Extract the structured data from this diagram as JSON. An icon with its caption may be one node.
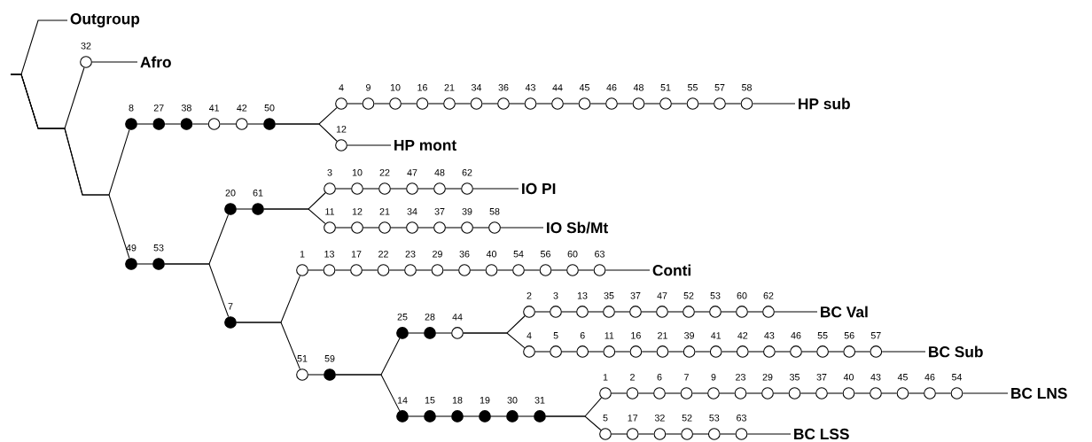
{
  "diagram": {
    "nodes": [
      {
        "text": [
          "Outgroup"
        ]
      },
      {
        "text": [
          "32"
        ]
      },
      {
        "text": [
          "Afro"
        ]
      },
      {
        "text": [
          "8"
        ]
      },
      {
        "text": [
          "27"
        ]
      },
      {
        "text": [
          "38"
        ]
      },
      {
        "text": [
          "41"
        ]
      },
      {
        "text": [
          "42"
        ]
      },
      {
        "text": [
          "50"
        ]
      },
      {
        "text": [
          "4"
        ]
      },
      {
        "text": [
          "9"
        ]
      },
      {
        "text": [
          "10"
        ]
      },
      {
        "text": [
          "16"
        ]
      },
      {
        "text": [
          "21"
        ]
      },
      {
        "text": [
          "34"
        ]
      },
      {
        "text": [
          "36"
        ]
      },
      {
        "text": [
          "43"
        ]
      },
      {
        "text": [
          "44"
        ]
      },
      {
        "text": [
          "45"
        ]
      },
      {
        "text": [
          "46"
        ]
      },
      {
        "text": [
          "48"
        ]
      },
      {
        "text": [
          "51"
        ]
      },
      {
        "text": [
          "55"
        ]
      },
      {
        "text": [
          "57"
        ]
      },
      {
        "text": [
          "58"
        ]
      },
      {
        "text": [
          "HP sub"
        ]
      },
      {
        "text": [
          "12"
        ]
      },
      {
        "text": [
          "HP mont"
        ]
      },
      {
        "text": [
          "49"
        ]
      },
      {
        "text": [
          "53"
        ]
      },
      {
        "text": [
          "20"
        ]
      },
      {
        "text": [
          "61"
        ]
      },
      {
        "text": [
          "3"
        ]
      },
      {
        "text": [
          "10"
        ]
      },
      {
        "text": [
          "22"
        ]
      },
      {
        "text": [
          "47"
        ]
      },
      {
        "text": [
          "48"
        ]
      },
      {
        "text": [
          "62"
        ]
      },
      {
        "text": [
          "IO PI"
        ]
      },
      {
        "text": [
          "11"
        ]
      },
      {
        "text": [
          "12"
        ]
      },
      {
        "text": [
          "21"
        ]
      },
      {
        "text": [
          "34"
        ]
      },
      {
        "text": [
          "37"
        ]
      },
      {
        "text": [
          "39"
        ]
      },
      {
        "text": [
          "58"
        ]
      },
      {
        "text": [
          "IO Sb/Mt"
        ]
      },
      {
        "text": [
          "7"
        ]
      },
      {
        "text": [
          "1"
        ]
      },
      {
        "text": [
          "13"
        ]
      },
      {
        "text": [
          "17"
        ]
      },
      {
        "text": [
          "22"
        ]
      },
      {
        "text": [
          "23"
        ]
      },
      {
        "text": [
          "29"
        ]
      },
      {
        "text": [
          "36"
        ]
      },
      {
        "text": [
          "40"
        ]
      },
      {
        "text": [
          "54"
        ]
      },
      {
        "text": [
          "56"
        ]
      },
      {
        "text": [
          "60"
        ]
      },
      {
        "text": [
          "63"
        ]
      },
      {
        "text": [
          "Conti"
        ]
      },
      {
        "text": [
          "51"
        ]
      },
      {
        "text": [
          "59"
        ]
      },
      {
        "text": [
          "25"
        ]
      },
      {
        "text": [
          "28"
        ]
      },
      {
        "text": [
          "44"
        ]
      },
      {
        "text": [
          "2"
        ]
      },
      {
        "text": [
          "3"
        ]
      },
      {
        "text": [
          "13"
        ]
      },
      {
        "text": [
          "35"
        ]
      },
      {
        "text": [
          "37"
        ]
      },
      {
        "text": [
          "47"
        ]
      },
      {
        "text": [
          "52"
        ]
      },
      {
        "text": [
          "53"
        ]
      },
      {
        "text": [
          "60"
        ]
      },
      {
        "text": [
          "62"
        ]
      },
      {
        "text": [
          "BC Val"
        ]
      },
      {
        "text": [
          "4"
        ]
      },
      {
        "text": [
          "5"
        ]
      },
      {
        "text": [
          "6"
        ]
      },
      {
        "text": [
          "11"
        ]
      },
      {
        "text": [
          "16"
        ]
      },
      {
        "text": [
          "21"
        ]
      },
      {
        "text": [
          "39"
        ]
      },
      {
        "text": [
          "41"
        ]
      },
      {
        "text": [
          "42"
        ]
      },
      {
        "text": [
          "43"
        ]
      },
      {
        "text": [
          "46"
        ]
      },
      {
        "text": [
          "55"
        ]
      },
      {
        "text": [
          "56"
        ]
      },
      {
        "text": [
          "57"
        ]
      },
      {
        "text": [
          "BC Sub"
        ]
      },
      {
        "text": [
          "14"
        ]
      },
      {
        "text": [
          "15"
        ]
      },
      {
        "text": [
          "18"
        ]
      },
      {
        "text": [
          "19"
        ]
      },
      {
        "text": [
          "30"
        ]
      },
      {
        "text": [
          "31"
        ]
      },
      {
        "text": [
          "1"
        ]
      },
      {
        "text": [
          "2"
        ]
      },
      {
        "text": [
          "6"
        ]
      },
      {
        "text": [
          "7"
        ]
      },
      {
        "text": [
          "9"
        ]
      },
      {
        "text": [
          "23"
        ]
      },
      {
        "text": [
          "29"
        ]
      },
      {
        "text": [
          "35"
        ]
      },
      {
        "text": [
          "37"
        ]
      },
      {
        "text": [
          "40"
        ]
      },
      {
        "text": [
          "43"
        ]
      },
      {
        "text": [
          "45"
        ]
      },
      {
        "text": [
          "46"
        ]
      },
      {
        "text": [
          "54"
        ]
      },
      {
        "text": [
          "BC LNS"
        ]
      },
      {
        "text": [
          "5"
        ]
      },
      {
        "text": [
          "17"
        ]
      },
      {
        "text": [
          "32"
        ]
      },
      {
        "text": [
          "52"
        ]
      },
      {
        "text": [
          "53"
        ]
      },
      {
        "text": [
          "63"
        ]
      },
      {
        "text": [
          "BC LSS"
        ]
      }
    ],
    "edges": [
      {
        "from": null,
        "to": 0,
        "arrow": "none"
      },
      {
        "from": null,
        "to": 1,
        "arrow": "none"
      },
      {
        "from": null,
        "to": 3,
        "arrow": "none"
      },
      {
        "from": null,
        "to": 28,
        "arrow": "none"
      },
      {
        "from": 1,
        "to": 2,
        "arrow": "none"
      },
      {
        "from": 3,
        "to": 4,
        "arrow": "none"
      },
      {
        "from": 4,
        "to": 5,
        "arrow": "none"
      },
      {
        "from": 5,
        "to": 6,
        "arrow": "none"
      },
      {
        "from": 6,
        "to": 7,
        "arrow": "none"
      },
      {
        "from": 7,
        "to": 8,
        "arrow": "none"
      },
      {
        "from": 8,
        "to": 9,
        "arrow": "none"
      },
      {
        "from": 8,
        "to": 26,
        "arrow": "none"
      },
      {
        "from": 9,
        "to": 10,
        "arrow": "none"
      },
      {
        "from": 10,
        "to": 11,
        "arrow": "none"
      },
      {
        "from": 11,
        "to": 12,
        "arrow": "none"
      },
      {
        "from": 12,
        "to": 13,
        "arrow": "none"
      },
      {
        "from": 13,
        "to": 14,
        "arrow": "none"
      },
      {
        "from": 14,
        "to": 15,
        "arrow": "none"
      },
      {
        "from": 15,
        "to": 16,
        "arrow": "none"
      },
      {
        "from": 16,
        "to": 17,
        "arrow": "none"
      },
      {
        "from": 17,
        "to": 18,
        "arrow": "none"
      },
      {
        "from": 18,
        "to": 19,
        "arrow": "none"
      },
      {
        "from": 19,
        "to": 20,
        "arrow": "none"
      },
      {
        "from": 20,
        "to": 21,
        "arrow": "none"
      },
      {
        "from": 21,
        "to": 22,
        "arrow": "none"
      },
      {
        "from": 22,
        "to": 23,
        "arrow": "none"
      },
      {
        "from": 23,
        "to": 24,
        "arrow": "none"
      },
      {
        "from": 24,
        "to": 25,
        "arrow": "none"
      },
      {
        "from": 26,
        "to": 27,
        "arrow": "none"
      },
      {
        "from": 28,
        "to": 29,
        "arrow": "none"
      },
      {
        "from": 29,
        "to": 30,
        "arrow": "none"
      },
      {
        "from": 29,
        "to": 47,
        "arrow": "none"
      },
      {
        "from": 30,
        "to": 31,
        "arrow": "none"
      },
      {
        "from": 31,
        "to": 32,
        "arrow": "none"
      },
      {
        "from": 31,
        "to": 39,
        "arrow": "none"
      },
      {
        "from": 32,
        "to": 33,
        "arrow": "none"
      },
      {
        "from": 33,
        "to": 34,
        "arrow": "none"
      },
      {
        "from": 34,
        "to": 35,
        "arrow": "none"
      },
      {
        "from": 35,
        "to": 36,
        "arrow": "none"
      },
      {
        "from": 36,
        "to": 37,
        "arrow": "none"
      },
      {
        "from": 37,
        "to": 38,
        "arrow": "none"
      },
      {
        "from": 39,
        "to": 40,
        "arrow": "none"
      },
      {
        "from": 40,
        "to": 41,
        "arrow": "none"
      },
      {
        "from": 41,
        "to": 42,
        "arrow": "none"
      },
      {
        "from": 42,
        "to": 43,
        "arrow": "none"
      },
      {
        "from": 43,
        "to": 44,
        "arrow": "none"
      },
      {
        "from": 44,
        "to": 45,
        "arrow": "none"
      },
      {
        "from": 45,
        "to": 46,
        "arrow": "none"
      },
      {
        "from": 47,
        "to": 48,
        "arrow": "none"
      },
      {
        "from": 47,
        "to": 61,
        "arrow": "none"
      },
      {
        "from": 48,
        "to": 49,
        "arrow": "none"
      },
      {
        "from": 49,
        "to": 50,
        "arrow": "none"
      },
      {
        "from": 50,
        "to": 51,
        "arrow": "none"
      },
      {
        "from": 51,
        "to": 52,
        "arrow": "none"
      },
      {
        "from": 52,
        "to": 53,
        "arrow": "none"
      },
      {
        "from": 53,
        "to": 54,
        "arrow": "none"
      },
      {
        "from": 54,
        "to": 55,
        "arrow": "none"
      },
      {
        "from": 55,
        "to": 56,
        "arrow": "none"
      },
      {
        "from": 56,
        "to": 57,
        "arrow": "none"
      },
      {
        "from": 57,
        "to": 58,
        "arrow": "none"
      },
      {
        "from": 58,
        "to": 59,
        "arrow": "none"
      },
      {
        "from": 59,
        "to": 60,
        "arrow": "none"
      },
      {
        "from": 61,
        "to": 62,
        "arrow": "none"
      },
      {
        "from": 62,
        "to": 63,
        "arrow": "none"
      },
      {
        "from": 62,
        "to": 92,
        "arrow": "none"
      },
      {
        "from": 63,
        "to": 64,
        "arrow": "none"
      },
      {
        "from": 64,
        "to": 65,
        "arrow": "none"
      },
      {
        "from": 65,
        "to": 66,
        "arrow": "none"
      },
      {
        "from": 65,
        "to": 77,
        "arrow": "none"
      },
      {
        "from": 66,
        "to": 67,
        "arrow": "none"
      },
      {
        "from": 67,
        "to": 68,
        "arrow": "none"
      },
      {
        "from": 68,
        "to": 69,
        "arrow": "none"
      },
      {
        "from": 69,
        "to": 70,
        "arrow": "none"
      },
      {
        "from": 70,
        "to": 71,
        "arrow": "none"
      },
      {
        "from": 71,
        "to": 72,
        "arrow": "none"
      },
      {
        "from": 72,
        "to": 73,
        "arrow": "none"
      },
      {
        "from": 73,
        "to": 74,
        "arrow": "none"
      },
      {
        "from": 74,
        "to": 75,
        "arrow": "none"
      },
      {
        "from": 75,
        "to": 76,
        "arrow": "none"
      },
      {
        "from": 77,
        "to": 78,
        "arrow": "none"
      },
      {
        "from": 78,
        "to": 79,
        "arrow": "none"
      },
      {
        "from": 79,
        "to": 80,
        "arrow": "none"
      },
      {
        "from": 80,
        "to": 81,
        "arrow": "none"
      },
      {
        "from": 81,
        "to": 82,
        "arrow": "none"
      },
      {
        "from": 82,
        "to": 83,
        "arrow": "none"
      },
      {
        "from": 83,
        "to": 84,
        "arrow": "none"
      },
      {
        "from": 84,
        "to": 85,
        "arrow": "none"
      },
      {
        "from": 85,
        "to": 86,
        "arrow": "none"
      },
      {
        "from": 86,
        "to": 87,
        "arrow": "none"
      },
      {
        "from": 87,
        "to": 88,
        "arrow": "none"
      },
      {
        "from": 88,
        "to": 89,
        "arrow": "none"
      },
      {
        "from": 89,
        "to": 90,
        "arrow": "none"
      },
      {
        "from": 90,
        "to": 91,
        "arrow": "none"
      },
      {
        "from": 92,
        "to": 93,
        "arrow": "none"
      },
      {
        "from": 93,
        "to": 94,
        "arrow": "none"
      },
      {
        "from": 94,
        "to": 95,
        "arrow": "none"
      },
      {
        "from": 95,
        "to": 96,
        "arrow": "none"
      },
      {
        "from": 96,
        "to": 97,
        "arrow": "none"
      },
      {
        "from": 97,
        "to": 98,
        "arrow": "none"
      },
      {
        "from": 97,
        "to": 113,
        "arrow": "none"
      },
      {
        "from": 98,
        "to": 99,
        "arrow": "none"
      },
      {
        "from": 99,
        "to": 100,
        "arrow": "none"
      },
      {
        "from": 100,
        "to": 101,
        "arrow": "none"
      },
      {
        "from": 101,
        "to": 102,
        "arrow": "none"
      },
      {
        "from": 102,
        "to": 103,
        "arrow": "none"
      },
      {
        "from": 103,
        "to": 104,
        "arrow": "none"
      },
      {
        "from": 104,
        "to": 105,
        "arrow": "none"
      },
      {
        "from": 105,
        "to": 106,
        "arrow": "none"
      },
      {
        "from": 106,
        "to": 107,
        "arrow": "none"
      },
      {
        "from": 107,
        "to": 108,
        "arrow": "none"
      },
      {
        "from": 108,
        "to": 109,
        "arrow": "none"
      },
      {
        "from": 109,
        "to": 110,
        "arrow": "none"
      },
      {
        "from": 110,
        "to": 111,
        "arrow": "none"
      },
      {
        "from": 111,
        "to": 112,
        "arrow": "none"
      },
      {
        "from": 113,
        "to": 114,
        "arrow": "none"
      },
      {
        "from": 114,
        "to": 115,
        "arrow": "none"
      },
      {
        "from": 115,
        "to": 116,
        "arrow": "none"
      },
      {
        "from": 116,
        "to": 117,
        "arrow": "none"
      },
      {
        "from": 117,
        "to": 118,
        "arrow": "none"
      },
      {
        "from": 118,
        "to": 119,
        "arrow": "none"
      }
    ]
  }
}
